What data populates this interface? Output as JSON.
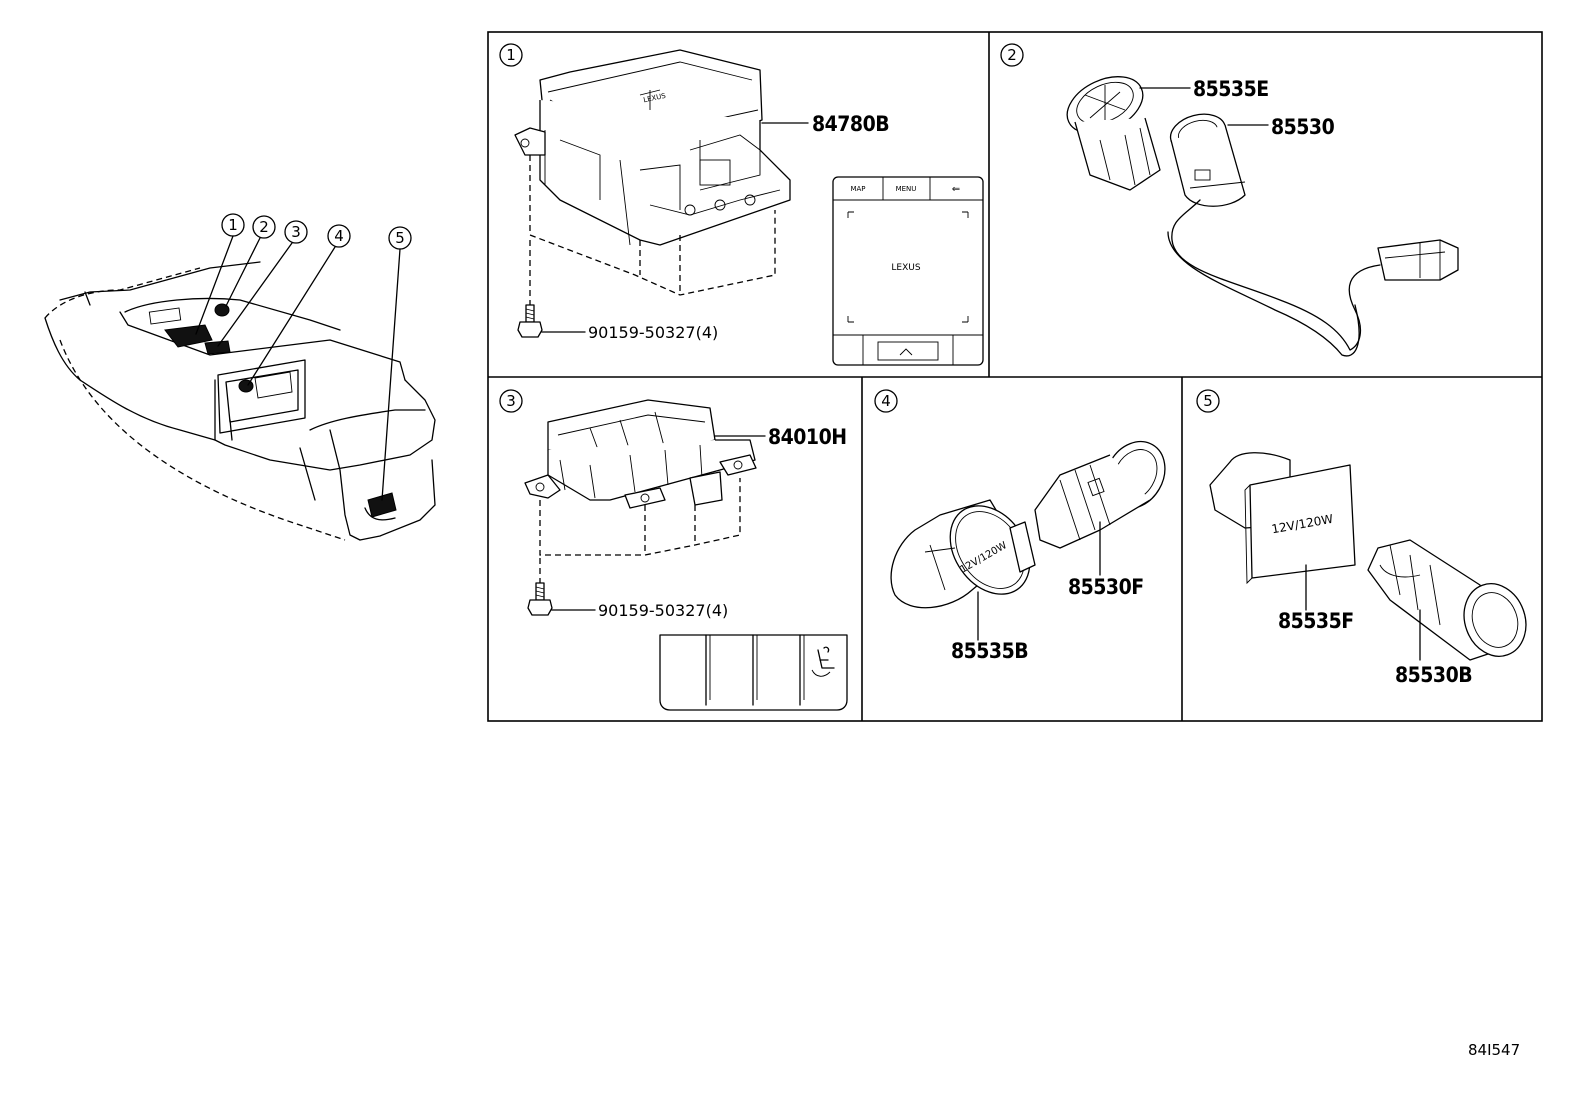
{
  "callouts": [
    "1",
    "2",
    "3",
    "4",
    "5"
  ],
  "panels": [
    {
      "num": "1",
      "parts": [
        "84780B",
        "90159-50327(4)"
      ]
    },
    {
      "num": "2",
      "parts": [
        "85535E",
        "85530"
      ]
    },
    {
      "num": "3",
      "parts": [
        "84010H",
        "90159-50327(4)"
      ]
    },
    {
      "num": "4",
      "parts": [
        "85535B",
        "85530F"
      ]
    },
    {
      "num": "5",
      "parts": [
        "85535F",
        "85530B"
      ]
    }
  ],
  "remote_labels": {
    "map": "MAP",
    "menu": "MENU",
    "back": "⇐",
    "brand": "LEXUS"
  },
  "socket_label": "12V/120W",
  "diagram_code": "84I547"
}
